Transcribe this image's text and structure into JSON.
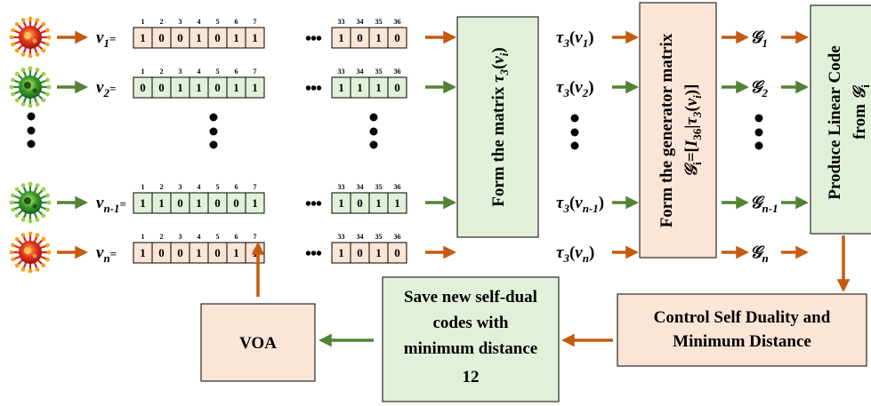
{
  "colors": {
    "orange": "#c55a11",
    "green": "#548235",
    "pink_fill": "#fbe5d6",
    "green_fill": "#e2f0d9",
    "box_border": "#000000",
    "virus_red": "#d9261c",
    "virus_green": "#2f8a2a"
  },
  "icons": [
    "red-virus-icon",
    "green-virus-icon"
  ],
  "index_labels": {
    "left": [
      "1",
      "2",
      "3",
      "4",
      "5",
      "6",
      "7"
    ],
    "right": [
      "33",
      "34",
      "35",
      "36"
    ]
  },
  "ellipsis": "•••",
  "rows": [
    {
      "virus": "red",
      "label": {
        "base": "v",
        "sub": "1",
        "suffix": "="
      },
      "bits_left": [
        "1",
        "0",
        "0",
        "1",
        "0",
        "1",
        "1"
      ],
      "bits_right": [
        "1",
        "0",
        "1",
        "0"
      ],
      "fill": "pink",
      "arrow": "orange",
      "tau": {
        "pre": "τ",
        "sub": "3",
        "open": "(",
        "var": "v",
        "varsub": "1",
        "close": ")"
      },
      "g": {
        "base": "𝒢",
        "sub": "1"
      }
    },
    {
      "virus": "green",
      "label": {
        "base": "v",
        "sub": "2",
        "suffix": "="
      },
      "bits_left": [
        "0",
        "0",
        "1",
        "1",
        "0",
        "1",
        "1"
      ],
      "bits_right": [
        "1",
        "1",
        "1",
        "0"
      ],
      "fill": "green",
      "arrow": "green",
      "tau": {
        "pre": "τ",
        "sub": "3",
        "open": "(",
        "var": "v",
        "varsub": "2",
        "close": ")"
      },
      "g": {
        "base": "𝒢",
        "sub": "2"
      }
    },
    {
      "virus": "green",
      "label": {
        "base": "v",
        "sub": "n-1",
        "suffix": "="
      },
      "bits_left": [
        "1",
        "1",
        "0",
        "1",
        "0",
        "0",
        "1"
      ],
      "bits_right": [
        "1",
        "0",
        "1",
        "1"
      ],
      "fill": "green",
      "arrow": "green",
      "tau": {
        "pre": "τ",
        "sub": "3",
        "open": "(",
        "var": "v",
        "varsub": "n-1",
        "close": ")"
      },
      "g": {
        "base": "𝒢",
        "sub": "n-1"
      }
    },
    {
      "virus": "red",
      "label": {
        "base": "v",
        "sub": "n",
        "suffix": "="
      },
      "bits_left": [
        "1",
        "0",
        "0",
        "1",
        "0",
        "1",
        "1"
      ],
      "bits_right": [
        "1",
        "0",
        "1",
        "0"
      ],
      "fill": "pink",
      "arrow": "orange",
      "tau": {
        "pre": "τ",
        "sub": "3",
        "open": "(",
        "var": "v",
        "varsub": "n",
        "close": ")"
      },
      "g": {
        "base": "𝒢",
        "sub": "n"
      }
    }
  ],
  "boxes": {
    "form_matrix": {
      "pre": "Form the matrix ",
      "tau": "τ",
      "sub": "3",
      "open": "(",
      "var": "v",
      "varsub": "i",
      "close": ")"
    },
    "generator": {
      "line1": "Form the generator matrix",
      "line2": {
        "g": "𝒢",
        "gsub": "i",
        "eq": "=[",
        "I": "I",
        "Isub": "36",
        "bar": "|",
        "tau": "τ",
        "tsub": "3",
        "open": "(",
        "var": "v",
        "varsub": "i",
        "close": ")]"
      }
    },
    "linear_code": {
      "line1": "Produce Linear Code",
      "line2_pre": "from ",
      "g": "𝒢",
      "gsub": "i"
    },
    "control": {
      "line1": "Control Self Duality and",
      "line2": "Minimum Distance"
    },
    "save": {
      "lines": [
        "Save new self-dual",
        "codes with",
        "minimum distance",
        "12"
      ]
    },
    "voa": {
      "label": "VOA"
    }
  }
}
